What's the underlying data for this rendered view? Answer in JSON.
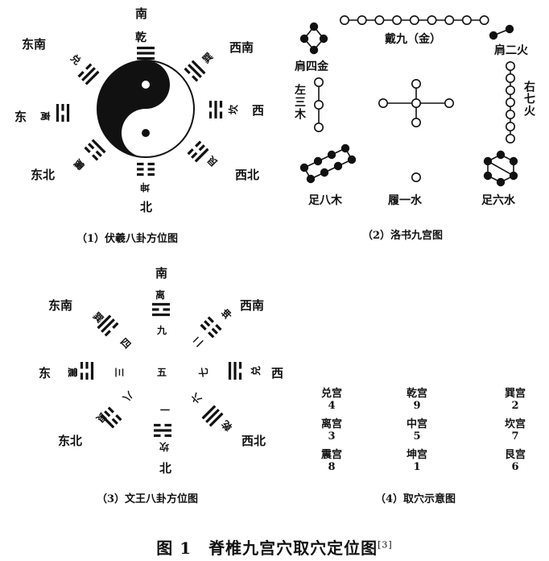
{
  "figure_title": "图 1　脊椎九宫穴取穴定位图",
  "figure_ref": "[3]",
  "panel1": {
    "caption": "（1）伏羲八卦方位图",
    "directions": {
      "s": "南",
      "sw": "西南",
      "w": "西",
      "nw": "西北",
      "n": "北",
      "ne": "东北",
      "e": "东",
      "se": "东南"
    },
    "trigrams": {
      "s": "乾",
      "sw": "巽",
      "w": "坎",
      "nw": "艮",
      "n": "坤",
      "ne": "震",
      "e": "离",
      "se": "兑"
    }
  },
  "panel2": {
    "caption": "（2）洛书九宫图",
    "labels": {
      "top": "戴九（金）",
      "top_left": "肩四金",
      "top_right": "肩二火",
      "left": "左三木",
      "right": "右七火",
      "bottom_left": "足八木",
      "bottom": "履一水",
      "bottom_right": "足六水"
    }
  },
  "panel3": {
    "caption": "（3）文王八卦方位图",
    "directions": {
      "s": "南",
      "sw": "西南",
      "w": "西",
      "nw": "西北",
      "n": "北",
      "ne": "东北",
      "e": "东",
      "se": "东南"
    },
    "trigrams": {
      "s": "离",
      "sw": "坤",
      "w": "兑",
      "nw": "乾",
      "n": "坎",
      "ne": "艮",
      "e": "震",
      "se": "巽"
    },
    "numbers": {
      "s": "九",
      "sw": "二",
      "w": "七",
      "nw": "六",
      "n": "一",
      "ne": "八",
      "e": "三",
      "se": "四",
      "c": "五"
    }
  },
  "panel4": {
    "caption": "（4）取穴示意图",
    "palaces": [
      {
        "name": "兑宫",
        "num": "4"
      },
      {
        "name": "乾宫",
        "num": "9"
      },
      {
        "name": "巽宫",
        "num": "2"
      },
      {
        "name": "离宫",
        "num": "3"
      },
      {
        "name": "中宫",
        "num": "5"
      },
      {
        "name": "坎宫",
        "num": "7"
      },
      {
        "name": "震宫",
        "num": "8"
      },
      {
        "name": "坤宫",
        "num": "1"
      },
      {
        "name": "艮宫",
        "num": "6"
      }
    ]
  }
}
